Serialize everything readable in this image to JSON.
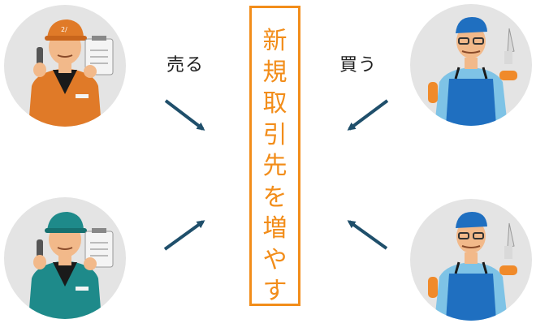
{
  "center": {
    "chars": [
      "新",
      "規",
      "取",
      "引",
      "先",
      "を",
      "増",
      "や",
      "す"
    ]
  },
  "labels": {
    "sell": "売る",
    "buy": "買う"
  },
  "colors": {
    "accent": "#f28d1a",
    "arrow": "#1f4f6b",
    "circle_bg": "#e4e4e4",
    "seller_top_uniform": "#e07a28",
    "seller_bottom_uniform": "#1e8a8a",
    "buyer_apron": "#1f6fc0"
  }
}
